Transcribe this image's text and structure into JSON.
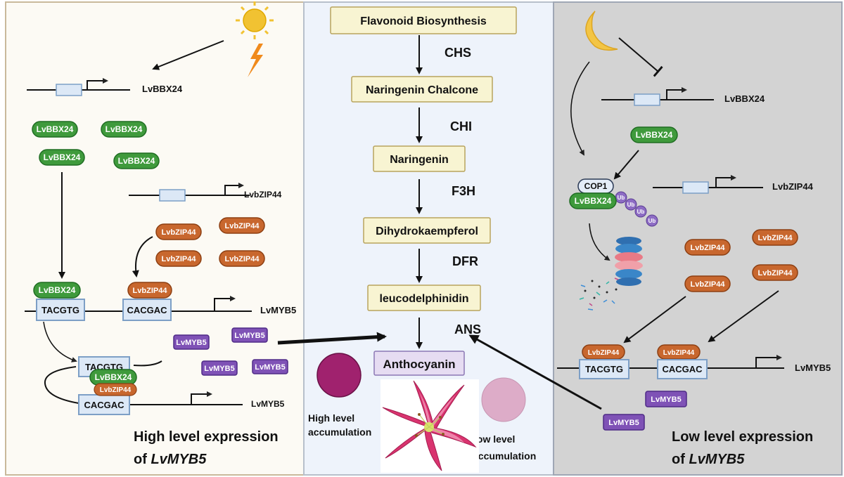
{
  "colors": {
    "left_panel": "#fcfaf4",
    "middle_panel": "#eef3fb",
    "right_panel": "#d3d3d3",
    "bbx_green": "#3f9a3c",
    "bzip_orange": "#c8672e",
    "myb_purple": "#7f52b6",
    "step_box": "#f8f4d2",
    "anthocyanin_box": "#e6dcf2",
    "high_circle": "#a0226e",
    "low_circle": "#ddacc8"
  },
  "icons": {
    "sun": "sun-icon",
    "lightning": "lightning-icon",
    "moon": "moon-icon",
    "proteasome": "proteasome-icon",
    "lily": "lily-flower-icon"
  },
  "left": {
    "gene_bbx": "LvBBX24",
    "gene_bzip": "LvbZIP44",
    "gene_myb": "LvMYB5",
    "gene_myb_loop": "LvMYB5",
    "bbx_proteins": [
      "LvBBX24",
      "LvBBX24",
      "LvBBX24",
      "LvBBX24"
    ],
    "bzip_proteins": [
      "LvbZIP44",
      "LvbZIP44",
      "LvbZIP44",
      "LvbZIP44"
    ],
    "bbx_bound": "LvBBX24",
    "bzip_bound": "LvbZIP44",
    "box_tacgtg": "TACGTG",
    "box_cacgac": "CACGAC",
    "loop_tacgtg": "TACGTG",
    "loop_cacgac": "CACGAC",
    "loop_bbx": "LvBBX24",
    "loop_bzip": "LvbZIP44",
    "myb_proteins": [
      "LvMYB5",
      "LvMYB5",
      "LvMYB5",
      "LvMYB5"
    ],
    "caption_line1": "High level expression",
    "caption_of": "of ",
    "caption_gene": "LvMYB5"
  },
  "middle": {
    "steps": [
      "Flavonoid Biosynthesis",
      "Naringenin Chalcone",
      "Naringenin",
      "Dihydrokaempferol",
      "leucodelphinidin",
      "Anthocyanin"
    ],
    "enzymes": [
      "CHS",
      "CHI",
      "F3H",
      "DFR",
      "ANS"
    ],
    "high_label_1": "High level",
    "high_label_2": "accumulation",
    "low_label_1": "low level",
    "low_label_2": "accumulation"
  },
  "right": {
    "gene_bbx": "LvBBX24",
    "gene_bzip": "LvbZIP44",
    "gene_myb": "LvMYB5",
    "bbx_protein": "LvBBX24",
    "cop1": "COP1",
    "bbx_complex": "LvBBX24",
    "ub": [
      "Ub",
      "Ub",
      "Ub",
      "Ub"
    ],
    "bzip_proteins": [
      "LvbZIP44",
      "LvbZIP44",
      "LvbZIP44",
      "LvbZIP44"
    ],
    "bzip_bound": [
      "LvbZIP44",
      "LvbZIP44"
    ],
    "box_tacgtg": "TACGTG",
    "box_cacgac": "CACGAC",
    "myb_proteins": [
      "LvMYB5",
      "LvMYB5"
    ],
    "caption_line1": "Low level expression",
    "caption_of": "of ",
    "caption_gene": "LvMYB5"
  }
}
